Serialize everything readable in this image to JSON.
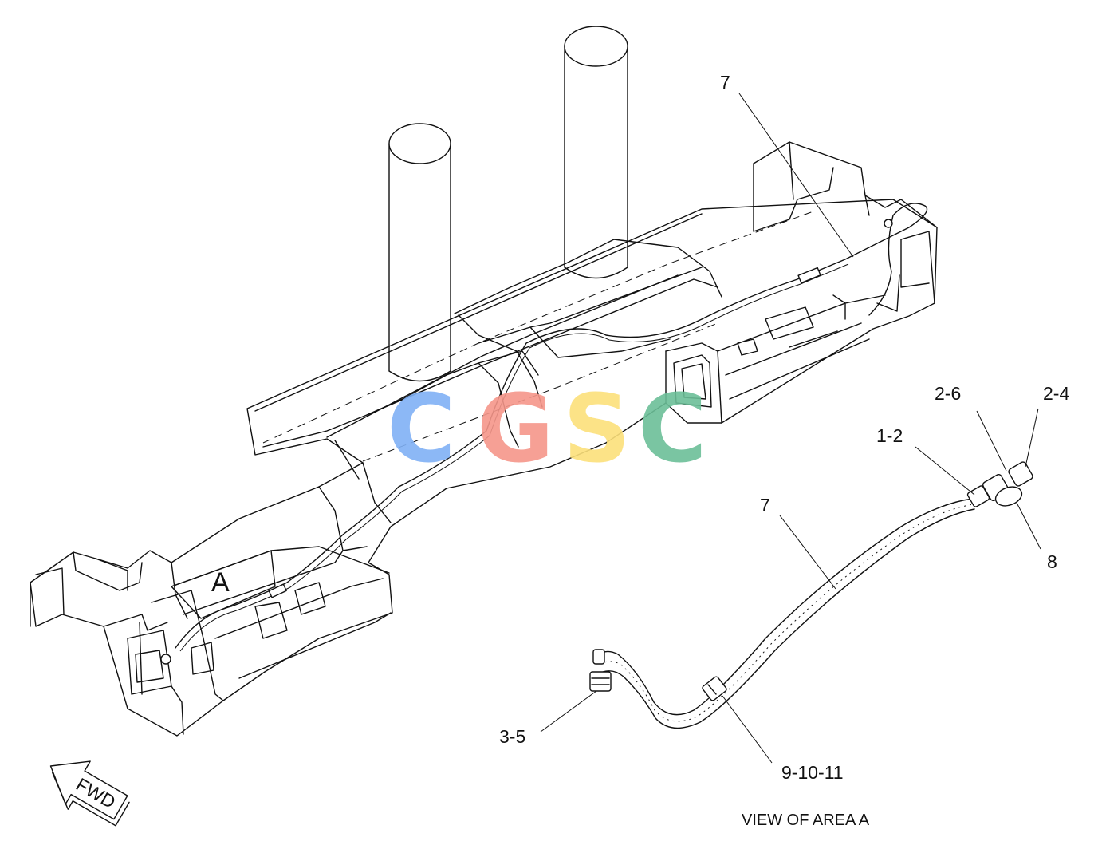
{
  "labels": {
    "top_part": "7",
    "area": "A",
    "part_1_2": "1-2",
    "part_2_6": "2-6",
    "part_2_4": "2-4",
    "part_8": "8",
    "hose_part": "7",
    "part_3_5": "3-5",
    "part_9_10_11": "9-10-11",
    "view_caption": "VIEW OF AREA  A",
    "fwd_arrow": "FWD"
  },
  "watermark": {
    "letters": [
      "C",
      "G",
      "S",
      "C"
    ],
    "colors": [
      "#7fb0f5",
      "#f5968a",
      "#fce07a",
      "#6cbf98"
    ]
  },
  "colors": {
    "line": "#111111",
    "background": "#ffffff"
  }
}
